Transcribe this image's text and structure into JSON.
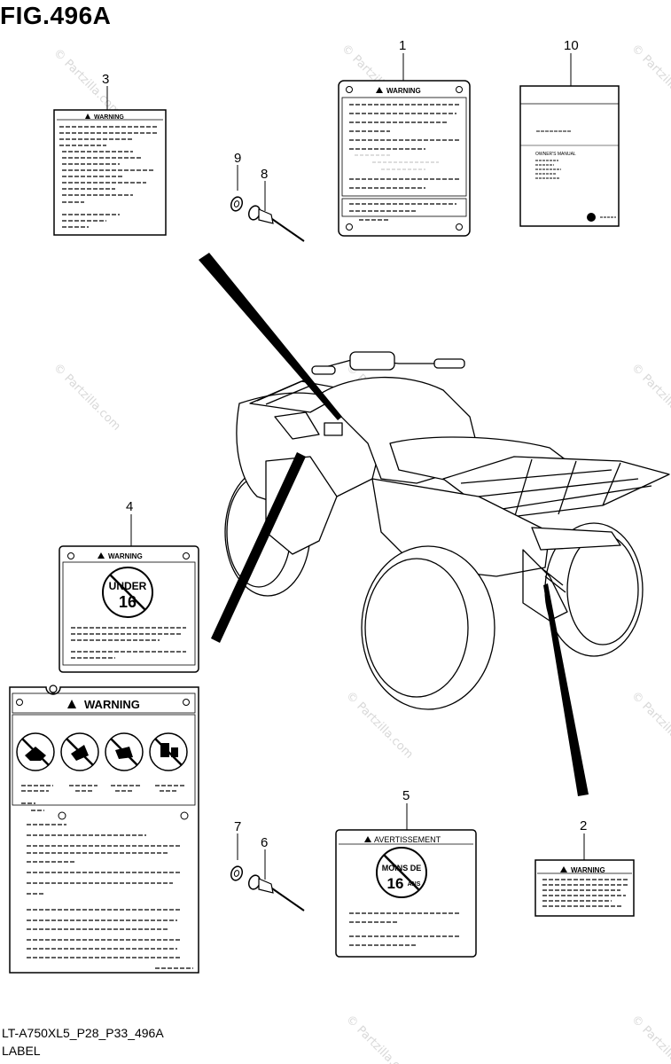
{
  "figure": {
    "title": "FIG.496A"
  },
  "footer": {
    "code": "LT-A750XL5_P28_P33_496A",
    "name": "LABEL"
  },
  "callouts": {
    "c1": "1",
    "c2": "2",
    "c3": "3",
    "c4": "4",
    "c5": "5",
    "c6": "6",
    "c7": "7",
    "c8": "8",
    "c9": "9",
    "c10": "10"
  },
  "labels": {
    "warning": "WARNING",
    "avertissement": "AVERTISSEMENT",
    "under": "UNDER",
    "sixteen": "16",
    "moins_de": "MOINS DE",
    "ans": "ANS",
    "owners_manual": "OWNER'S MANUAL"
  },
  "watermark": {
    "text": "© Partzilla.com"
  }
}
